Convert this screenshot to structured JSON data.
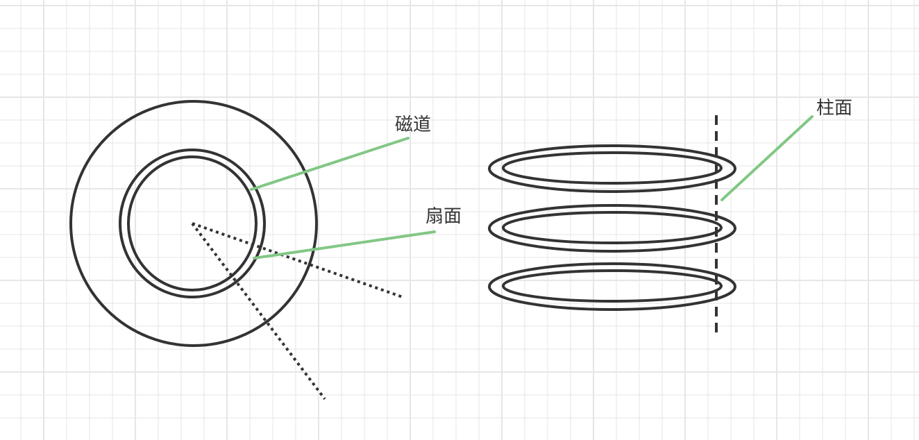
{
  "diagram": {
    "labels": {
      "track": "磁道",
      "sector": "扇面",
      "cylinder": "柱面"
    },
    "colors": {
      "grid": "#e6e6e6",
      "stroke": "#333333",
      "leader": "#82c785",
      "background": "#ffffff"
    }
  }
}
